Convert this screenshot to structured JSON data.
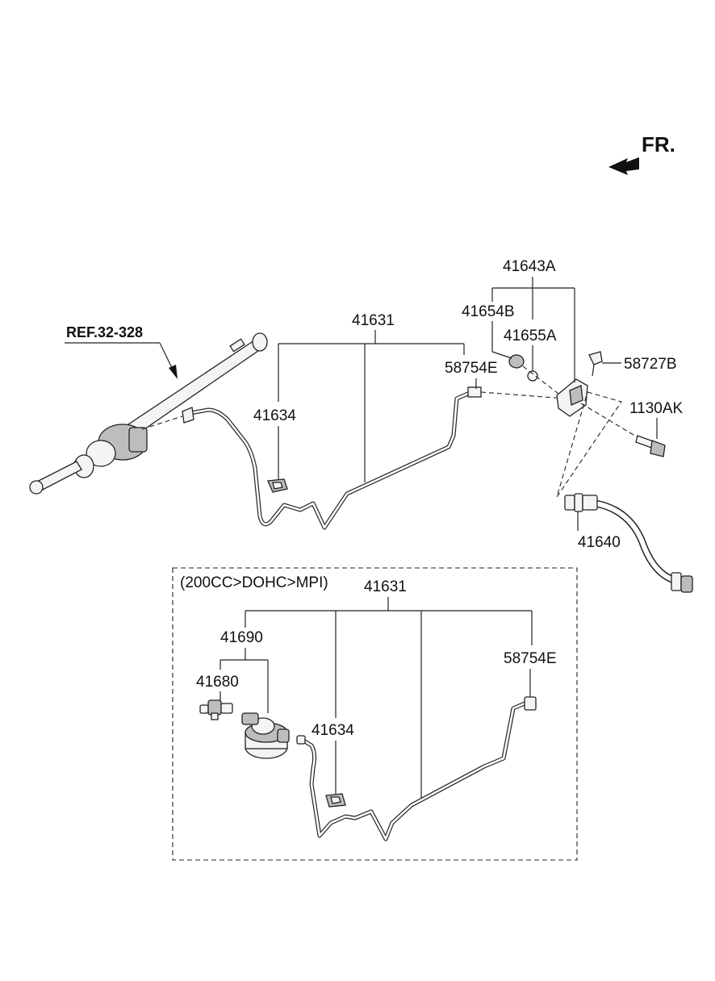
{
  "header": {
    "direction_label": "FR."
  },
  "main_assembly": {
    "ref_label": "REF.32-328",
    "parts": {
      "tube_assembly": "41631",
      "clip": "41634",
      "bracket_kit": "41643A",
      "grommet": "41654B",
      "bushing": "41655A",
      "connector_e": "58754E",
      "clip_b": "58727B",
      "bolt": "1130AK",
      "hose": "41640"
    }
  },
  "variant_box": {
    "title": "(200CC>DOHC>MPI)",
    "parts": {
      "tube_assembly": "41631",
      "master_cylinder": "41690",
      "fitting": "41680",
      "clip": "41634",
      "connector_e": "58754E"
    }
  }
}
